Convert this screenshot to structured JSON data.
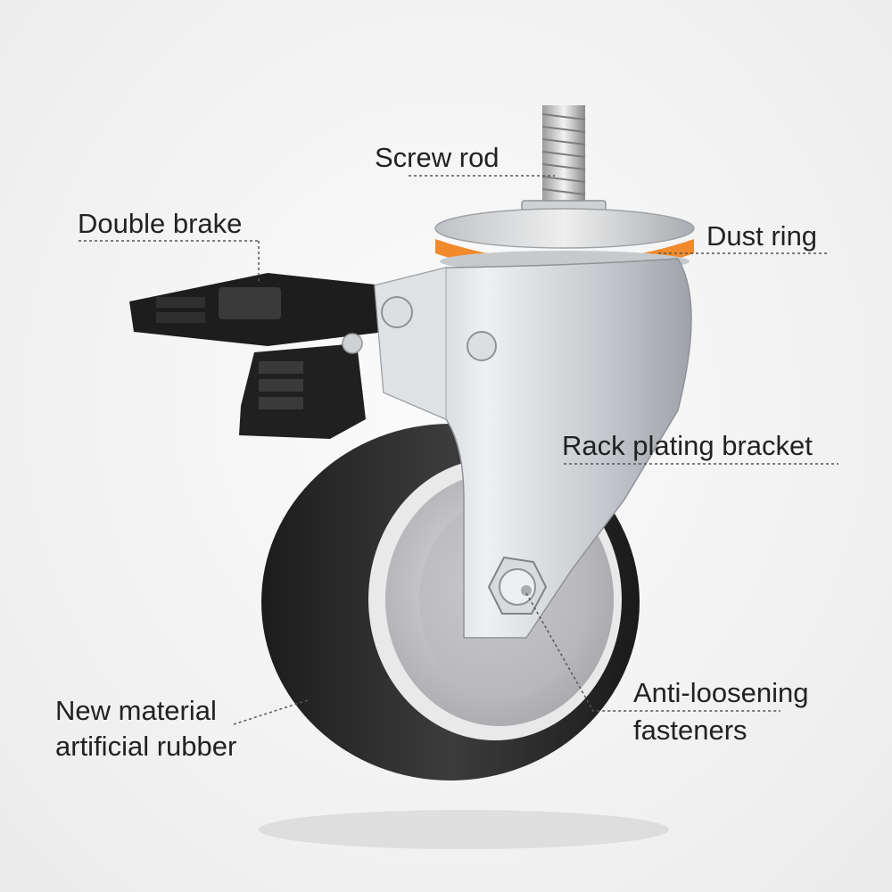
{
  "labels": {
    "screw_rod": "Screw rod",
    "double_brake": "Double brake",
    "dust_ring": "Dust ring",
    "rack_plating_bracket": "Rack plating bracket",
    "new_material_line1": "New material",
    "new_material_line2": "artificial rubber",
    "anti_loosening_line1": "Anti-loosening",
    "anti_loosening_line2": "fasteners"
  },
  "colors": {
    "dust_ring": "#f08a2c",
    "tire": "#2e2e2e",
    "hub": "#c9c9cb",
    "brake": "#1f1f1f",
    "bracket": "#d4d6d8",
    "leader_line": "#555555"
  }
}
